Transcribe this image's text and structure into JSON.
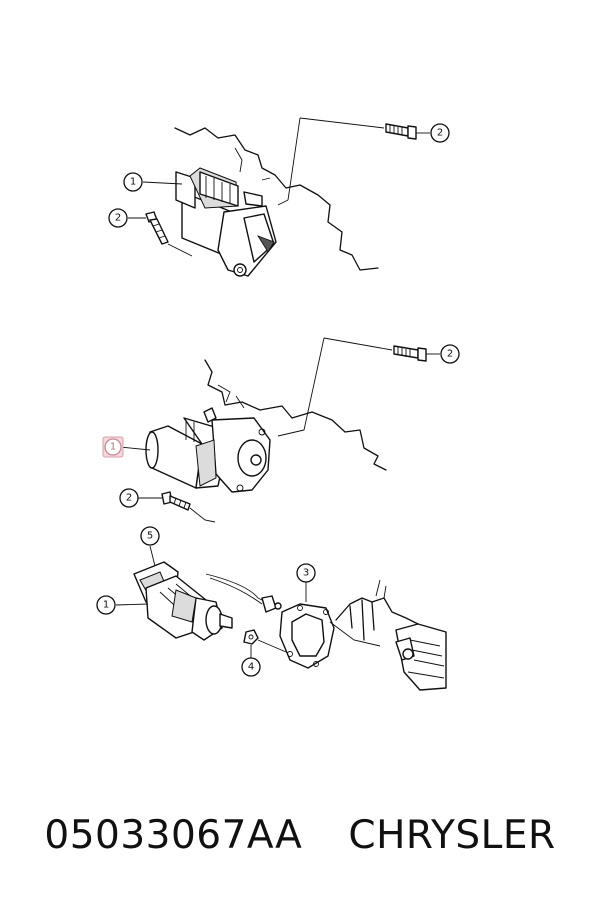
{
  "callouts": {
    "top_starter": "1",
    "top_bolt_right": "2",
    "top_bolt_left": "2",
    "mid_starter": "1",
    "mid_bolt_right": "2",
    "mid_bolt_left": "2",
    "bot_shield": "5",
    "bot_starter": "1",
    "bot_plate": "3",
    "bot_nut": "4"
  },
  "caption": {
    "part_number": "05033067AA",
    "brand": "CHRYSLER"
  },
  "colors": {
    "line": "#111111",
    "highlight": "#f7d6dc"
  }
}
